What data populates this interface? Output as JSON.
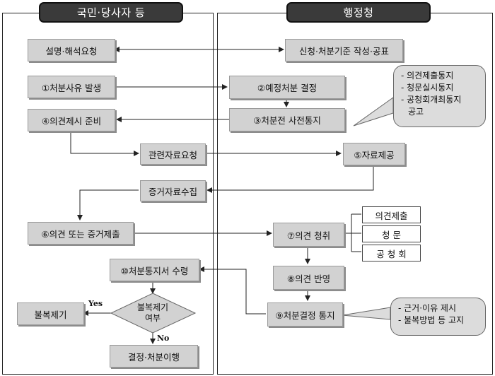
{
  "lanes": {
    "left_title": "국민·당사자 등",
    "right_title": "행정청"
  },
  "left_boxes": {
    "explain_request": "설명·해석요청",
    "cause": "①처분사유 발생",
    "opinion_prep": "④의견제시 준비",
    "data_request": "관련자료요청",
    "evidence_collect": "증거자료수집",
    "opinion_submit": "⑥의견 또는 증거제출",
    "notice_receive": "⑩처분통지서 수령",
    "objection": "불복제기",
    "final_exec": "결정·처분이행"
  },
  "decision": {
    "line1": "불복제기",
    "line2": "여부",
    "yes": "Yes",
    "no": "No"
  },
  "right_boxes": {
    "criteria": "신청·처분기준 작성·공표",
    "intended_decision": "②예정처분 결정",
    "pre_notice": "③처분전 사전통지",
    "data_provide": "⑤자료제공",
    "hearing": "⑦의견 청취",
    "reflect": "⑧의견 반영",
    "final_notice": "⑨처분결정 통지"
  },
  "hearing_options": [
    "의견제출",
    "청 문",
    "공 청 회"
  ],
  "notes": {
    "pre_notice_items": [
      "- 의견제출통지",
      "- 청문실시통지",
      "- 공청회개최통지",
      "  공고"
    ],
    "final_notice_items": [
      "- 근거·이유 제시",
      "- 불복방법 등 고지"
    ]
  }
}
